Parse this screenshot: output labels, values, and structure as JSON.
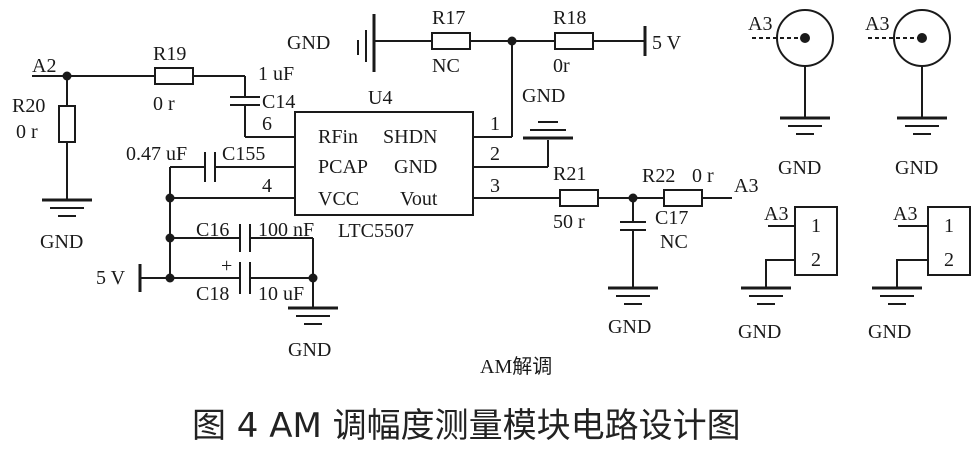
{
  "caption": "图 4   AM 调幅度测量模块电路设计图",
  "subtitle": "AM解调",
  "ic": {
    "ref": "U4",
    "part": "LTC5507",
    "pins_left": [
      {
        "num": "6",
        "name": "RFin"
      },
      {
        "num": "",
        "name": "PCAP"
      },
      {
        "num": "4",
        "name": "VCC"
      }
    ],
    "pins_right": [
      {
        "num": "1",
        "name": "SHDN"
      },
      {
        "num": "2",
        "name": "GND"
      },
      {
        "num": "3",
        "name": "Vout"
      }
    ]
  },
  "nets": {
    "a2": "A2",
    "a3": "A3",
    "gnd": "GND",
    "v5": "5 V",
    "v5b": "5 V"
  },
  "components": {
    "r17": {
      "ref": "R17",
      "value": "NC"
    },
    "r18": {
      "ref": "R18",
      "value": "0r"
    },
    "r19": {
      "ref": "R19",
      "value": "0 r"
    },
    "r20": {
      "ref": "R20",
      "value": "0 r"
    },
    "r21": {
      "ref": "R21",
      "value": "50 r"
    },
    "r22": {
      "ref": "R22",
      "value": "0 r"
    },
    "c14": {
      "ref": "C14",
      "value": "1 uF"
    },
    "c155": {
      "ref": "C155",
      "value": "0.47 uF"
    },
    "c16": {
      "ref": "C16",
      "value": "100 nF"
    },
    "c17": {
      "ref": "C17",
      "value": "NC"
    },
    "c18": {
      "ref": "C18",
      "value": "10 uF"
    },
    "c18_plus": "+"
  },
  "connectors": {
    "pin1": "1",
    "pin2": "2"
  }
}
